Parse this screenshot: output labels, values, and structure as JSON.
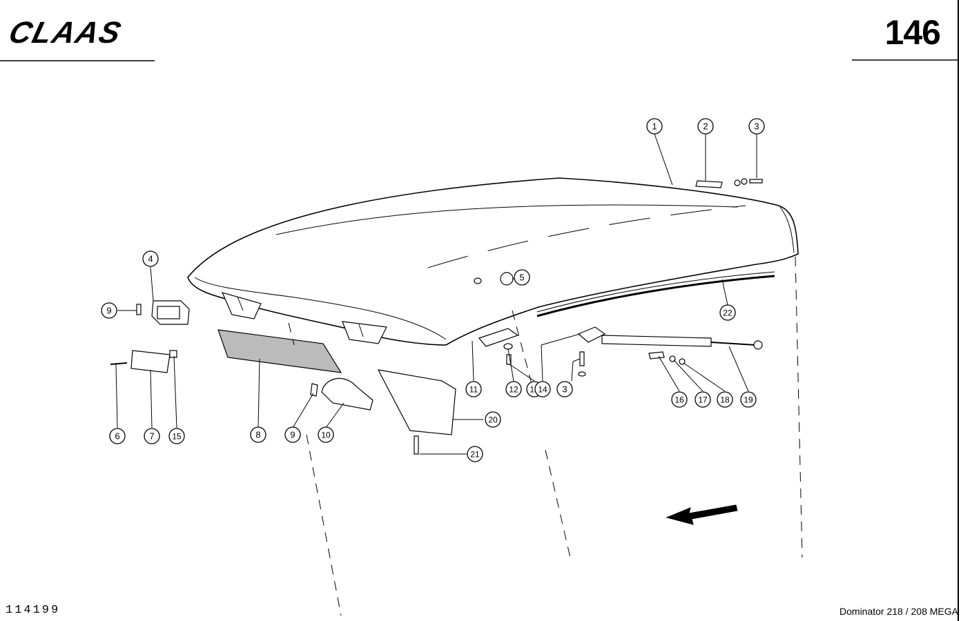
{
  "header": {
    "brand": "CLAAS",
    "page_number": "146"
  },
  "footer": {
    "drawing_id": "114199",
    "model": "Dominator 218 / 208 MEGA"
  },
  "callouts": [
    {
      "id": "c1",
      "number": "1"
    },
    {
      "id": "c2",
      "number": "2"
    },
    {
      "id": "c3a",
      "number": "3"
    },
    {
      "id": "c4",
      "number": "4"
    },
    {
      "id": "c5",
      "number": "5"
    },
    {
      "id": "c9a",
      "number": "9"
    },
    {
      "id": "c22",
      "number": "22"
    },
    {
      "id": "c11",
      "number": "11"
    },
    {
      "id": "c12",
      "number": "12"
    },
    {
      "id": "c13",
      "number": "13"
    },
    {
      "id": "c14",
      "number": "14"
    },
    {
      "id": "c3b",
      "number": "3"
    },
    {
      "id": "c16",
      "number": "16"
    },
    {
      "id": "c17",
      "number": "17"
    },
    {
      "id": "c18",
      "number": "18"
    },
    {
      "id": "c19",
      "number": "19"
    },
    {
      "id": "c6",
      "number": "6"
    },
    {
      "id": "c7",
      "number": "7"
    },
    {
      "id": "c15",
      "number": "15"
    },
    {
      "id": "c8",
      "number": "8"
    },
    {
      "id": "c9b",
      "number": "9"
    },
    {
      "id": "c10",
      "number": "10"
    },
    {
      "id": "c20",
      "number": "20"
    },
    {
      "id": "c21",
      "number": "21"
    }
  ]
}
